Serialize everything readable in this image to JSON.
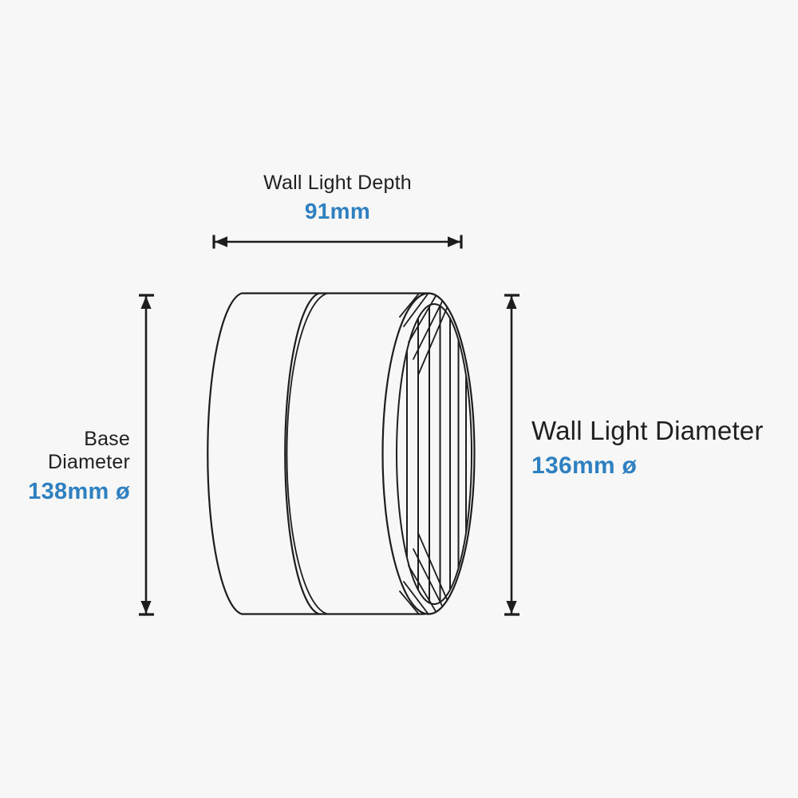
{
  "page": {
    "background": "#f7f7f7",
    "description": "Wall light dimension diagram"
  },
  "colors": {
    "line": "#1d1d1d",
    "text": "#1f1f1f",
    "accent_blue": "#2e80c0"
  },
  "labels": {
    "depth": {
      "title": "Wall Light Depth",
      "value": "91mm"
    },
    "base_diameter": {
      "title": "Base Diameter",
      "value": "138mm ø"
    },
    "wall_light_diameter": {
      "title": "Wall Light Diameter",
      "value": "136mm ø"
    }
  }
}
